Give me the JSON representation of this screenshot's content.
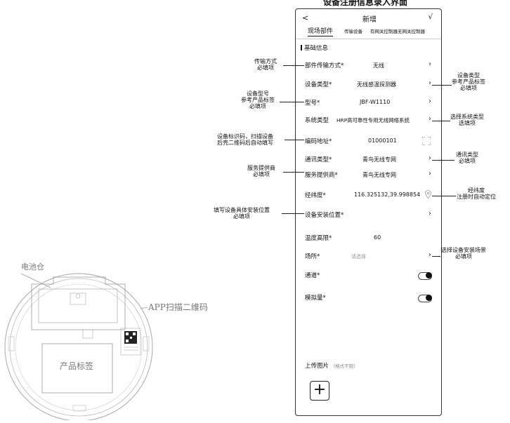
{
  "figure_title": "设备注册信息录入界面",
  "app": {
    "back_glyph": "<",
    "title": "新增",
    "confirm_glyph": "√",
    "tabs": [
      "现场部件",
      "传输设备",
      "有网关控制器",
      "无网关控制器"
    ],
    "section_title": "基础信息",
    "fields": [
      {
        "label": "部件传输方式*",
        "value": "无线",
        "control": "chevron"
      },
      {
        "label": "设备类型*",
        "value": "无线感温探测器",
        "control": "chevron"
      },
      {
        "label": "型号*",
        "value": "JBF-W1110",
        "control": "chevron"
      },
      {
        "label": "系统类型",
        "value": "HRP高可靠性专用无线网络系统",
        "control": "chevron"
      },
      {
        "label": "编码地址*",
        "value": "01000101",
        "control": "scan-icon"
      },
      {
        "label": "通讯类型*",
        "value": "青鸟无线专网",
        "control": "chevron"
      },
      {
        "label": "服务提供商*",
        "value": "青鸟无线专网",
        "control": "chevron"
      },
      {
        "label": "经纬度*",
        "value": "116.325132,39.998854",
        "control": "location-pin-icon"
      },
      {
        "label": "设备安装位置*",
        "value": "",
        "control": "chevron"
      },
      {
        "label": "温度高限*",
        "value": "60",
        "control": "none"
      },
      {
        "label": "场所*",
        "value": "",
        "placeholder": "请选择",
        "control": "chevron"
      },
      {
        "label": "通道*",
        "value": "",
        "control": "toggle"
      },
      {
        "label": "模拟量*",
        "value": "",
        "control": "toggle"
      }
    ],
    "upload": {
      "label": "上传图片",
      "hint": "（格式不限）",
      "add_glyph": "+"
    }
  },
  "callouts_left": [
    {
      "lines": [
        "传输方式",
        "必填项"
      ]
    },
    {
      "lines": [
        "设备型号",
        "参考产品标签",
        "必填项"
      ]
    },
    {
      "lines": [
        "设备标识码，扫描设备",
        "后壳二维码后自动填写"
      ]
    },
    {
      "lines": [
        "服务提供商",
        "必填项"
      ]
    },
    {
      "lines": [
        "填写设备具体安装位置",
        "必填项"
      ]
    }
  ],
  "callouts_right": [
    {
      "lines": [
        "设备类型",
        "参考产品标签",
        "必填项"
      ]
    },
    {
      "lines": [
        "选择系统类型",
        "选填项"
      ]
    },
    {
      "lines": [
        "通讯类型",
        "必填项"
      ]
    },
    {
      "lines": [
        "经纬度",
        "注册时自动定位"
      ]
    },
    {
      "lines": [
        "选择设备安装场景",
        "必填项"
      ]
    }
  ],
  "device": {
    "battery_label": "电池仓",
    "qr_label": "APP扫描二维码",
    "product_label": "产品标签"
  }
}
